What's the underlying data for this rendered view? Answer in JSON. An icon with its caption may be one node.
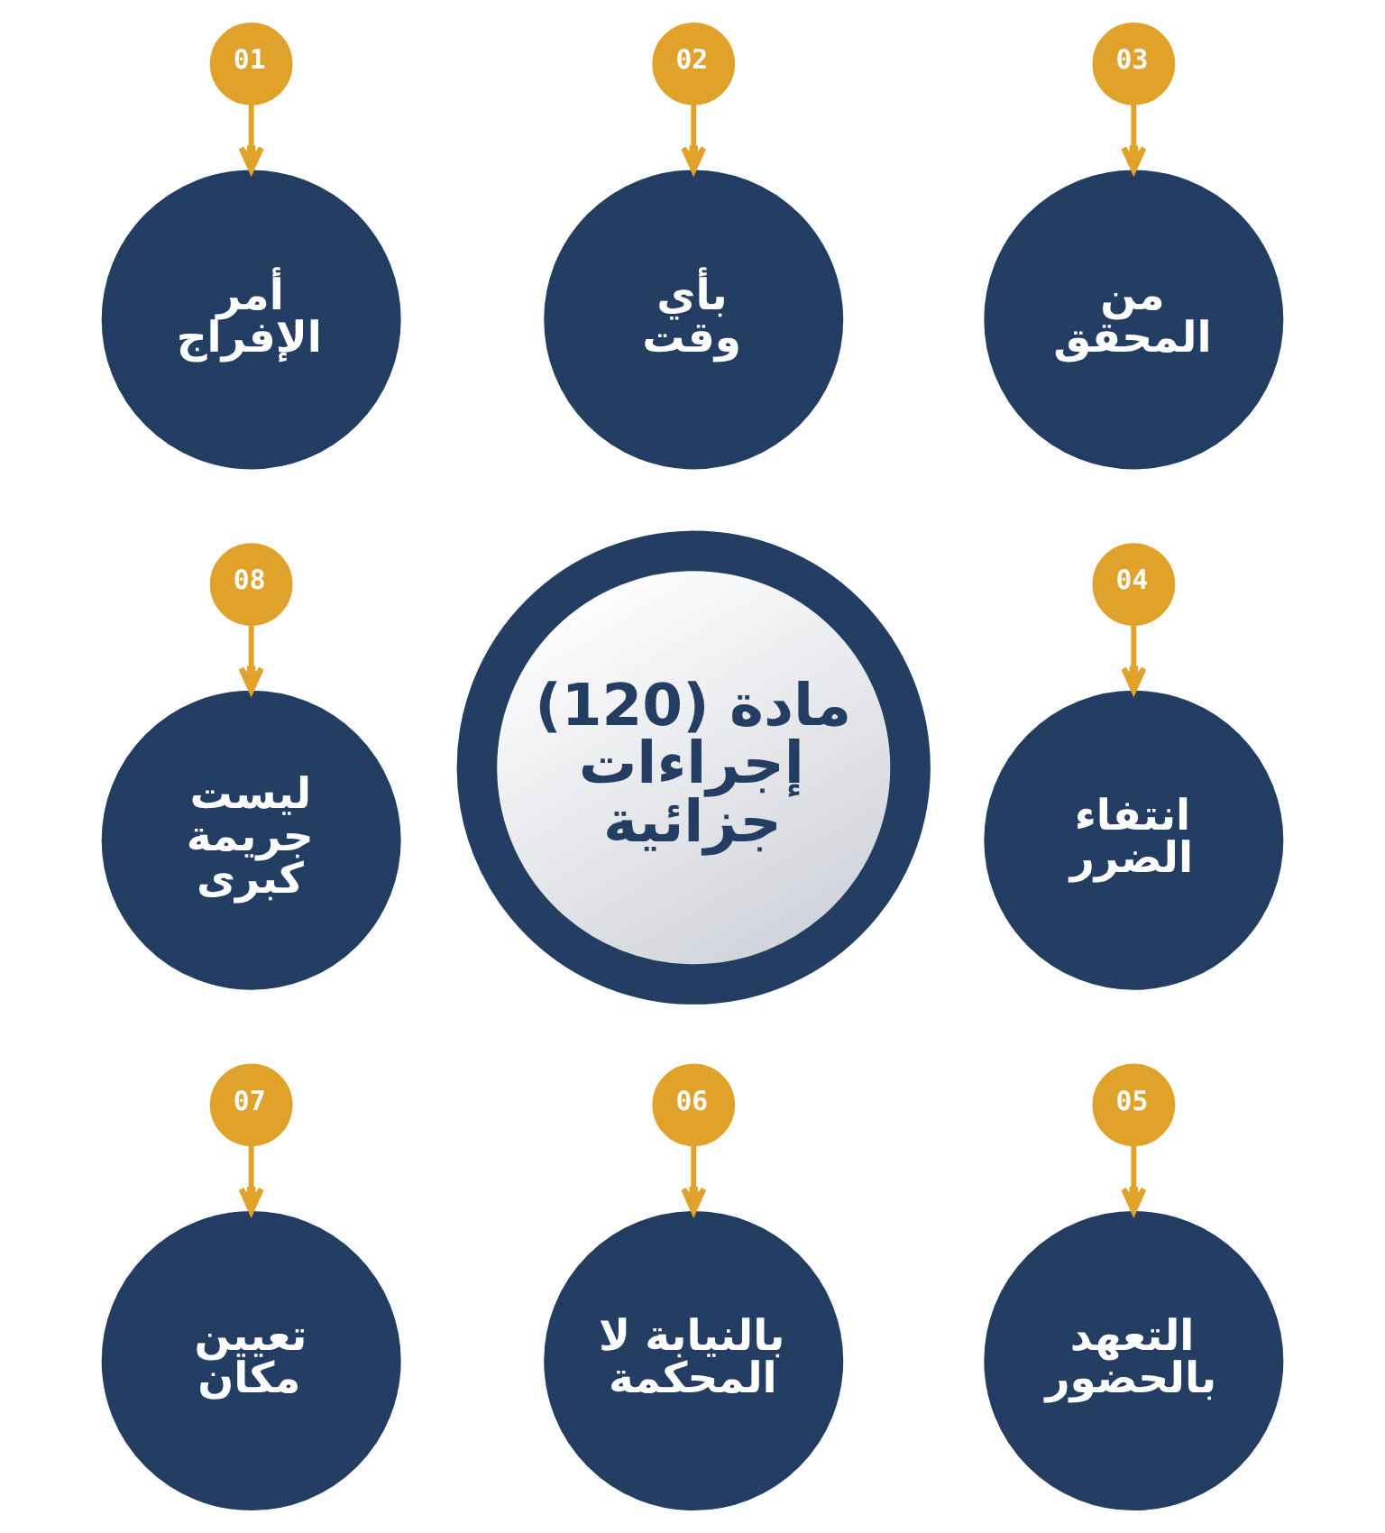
{
  "diagram": {
    "nodes": [
      {
        "text": [
          "مادة (120) إجراءات جزائية"
        ]
      },
      {
        "text": [
          "01"
        ]
      },
      {
        "text": [
          "أمر الإفراج"
        ]
      },
      {
        "text": [
          "02"
        ]
      },
      {
        "text": [
          "بأي وقت"
        ]
      },
      {
        "text": [
          "03"
        ]
      },
      {
        "text": [
          "من المحقق"
        ]
      },
      {
        "text": [
          "04"
        ]
      },
      {
        "text": [
          "انتفاء الضرر"
        ]
      },
      {
        "text": [
          "05"
        ]
      },
      {
        "text": [
          "التعهد بالحضور"
        ]
      },
      {
        "text": [
          "06"
        ]
      },
      {
        "text": [
          "بالنيابة لا المحكمة"
        ]
      },
      {
        "text": [
          "07"
        ]
      },
      {
        "text": [
          "تعيين مكان"
        ]
      },
      {
        "text": [
          "08"
        ]
      },
      {
        "text": [
          "ليست جريمة كبرى"
        ]
      }
    ],
    "edges": [
      {
        "from": 1,
        "to": 2,
        "arrow": "to"
      },
      {
        "from": 3,
        "to": 4,
        "arrow": "to"
      },
      {
        "from": 5,
        "to": 6,
        "arrow": "to"
      },
      {
        "from": 7,
        "to": 8,
        "arrow": "to"
      },
      {
        "from": 9,
        "to": 10,
        "arrow": "to"
      },
      {
        "from": 11,
        "to": 12,
        "arrow": "to"
      },
      {
        "from": 13,
        "to": 14,
        "arrow": "to"
      },
      {
        "from": 15,
        "to": 16,
        "arrow": "to"
      }
    ]
  }
}
